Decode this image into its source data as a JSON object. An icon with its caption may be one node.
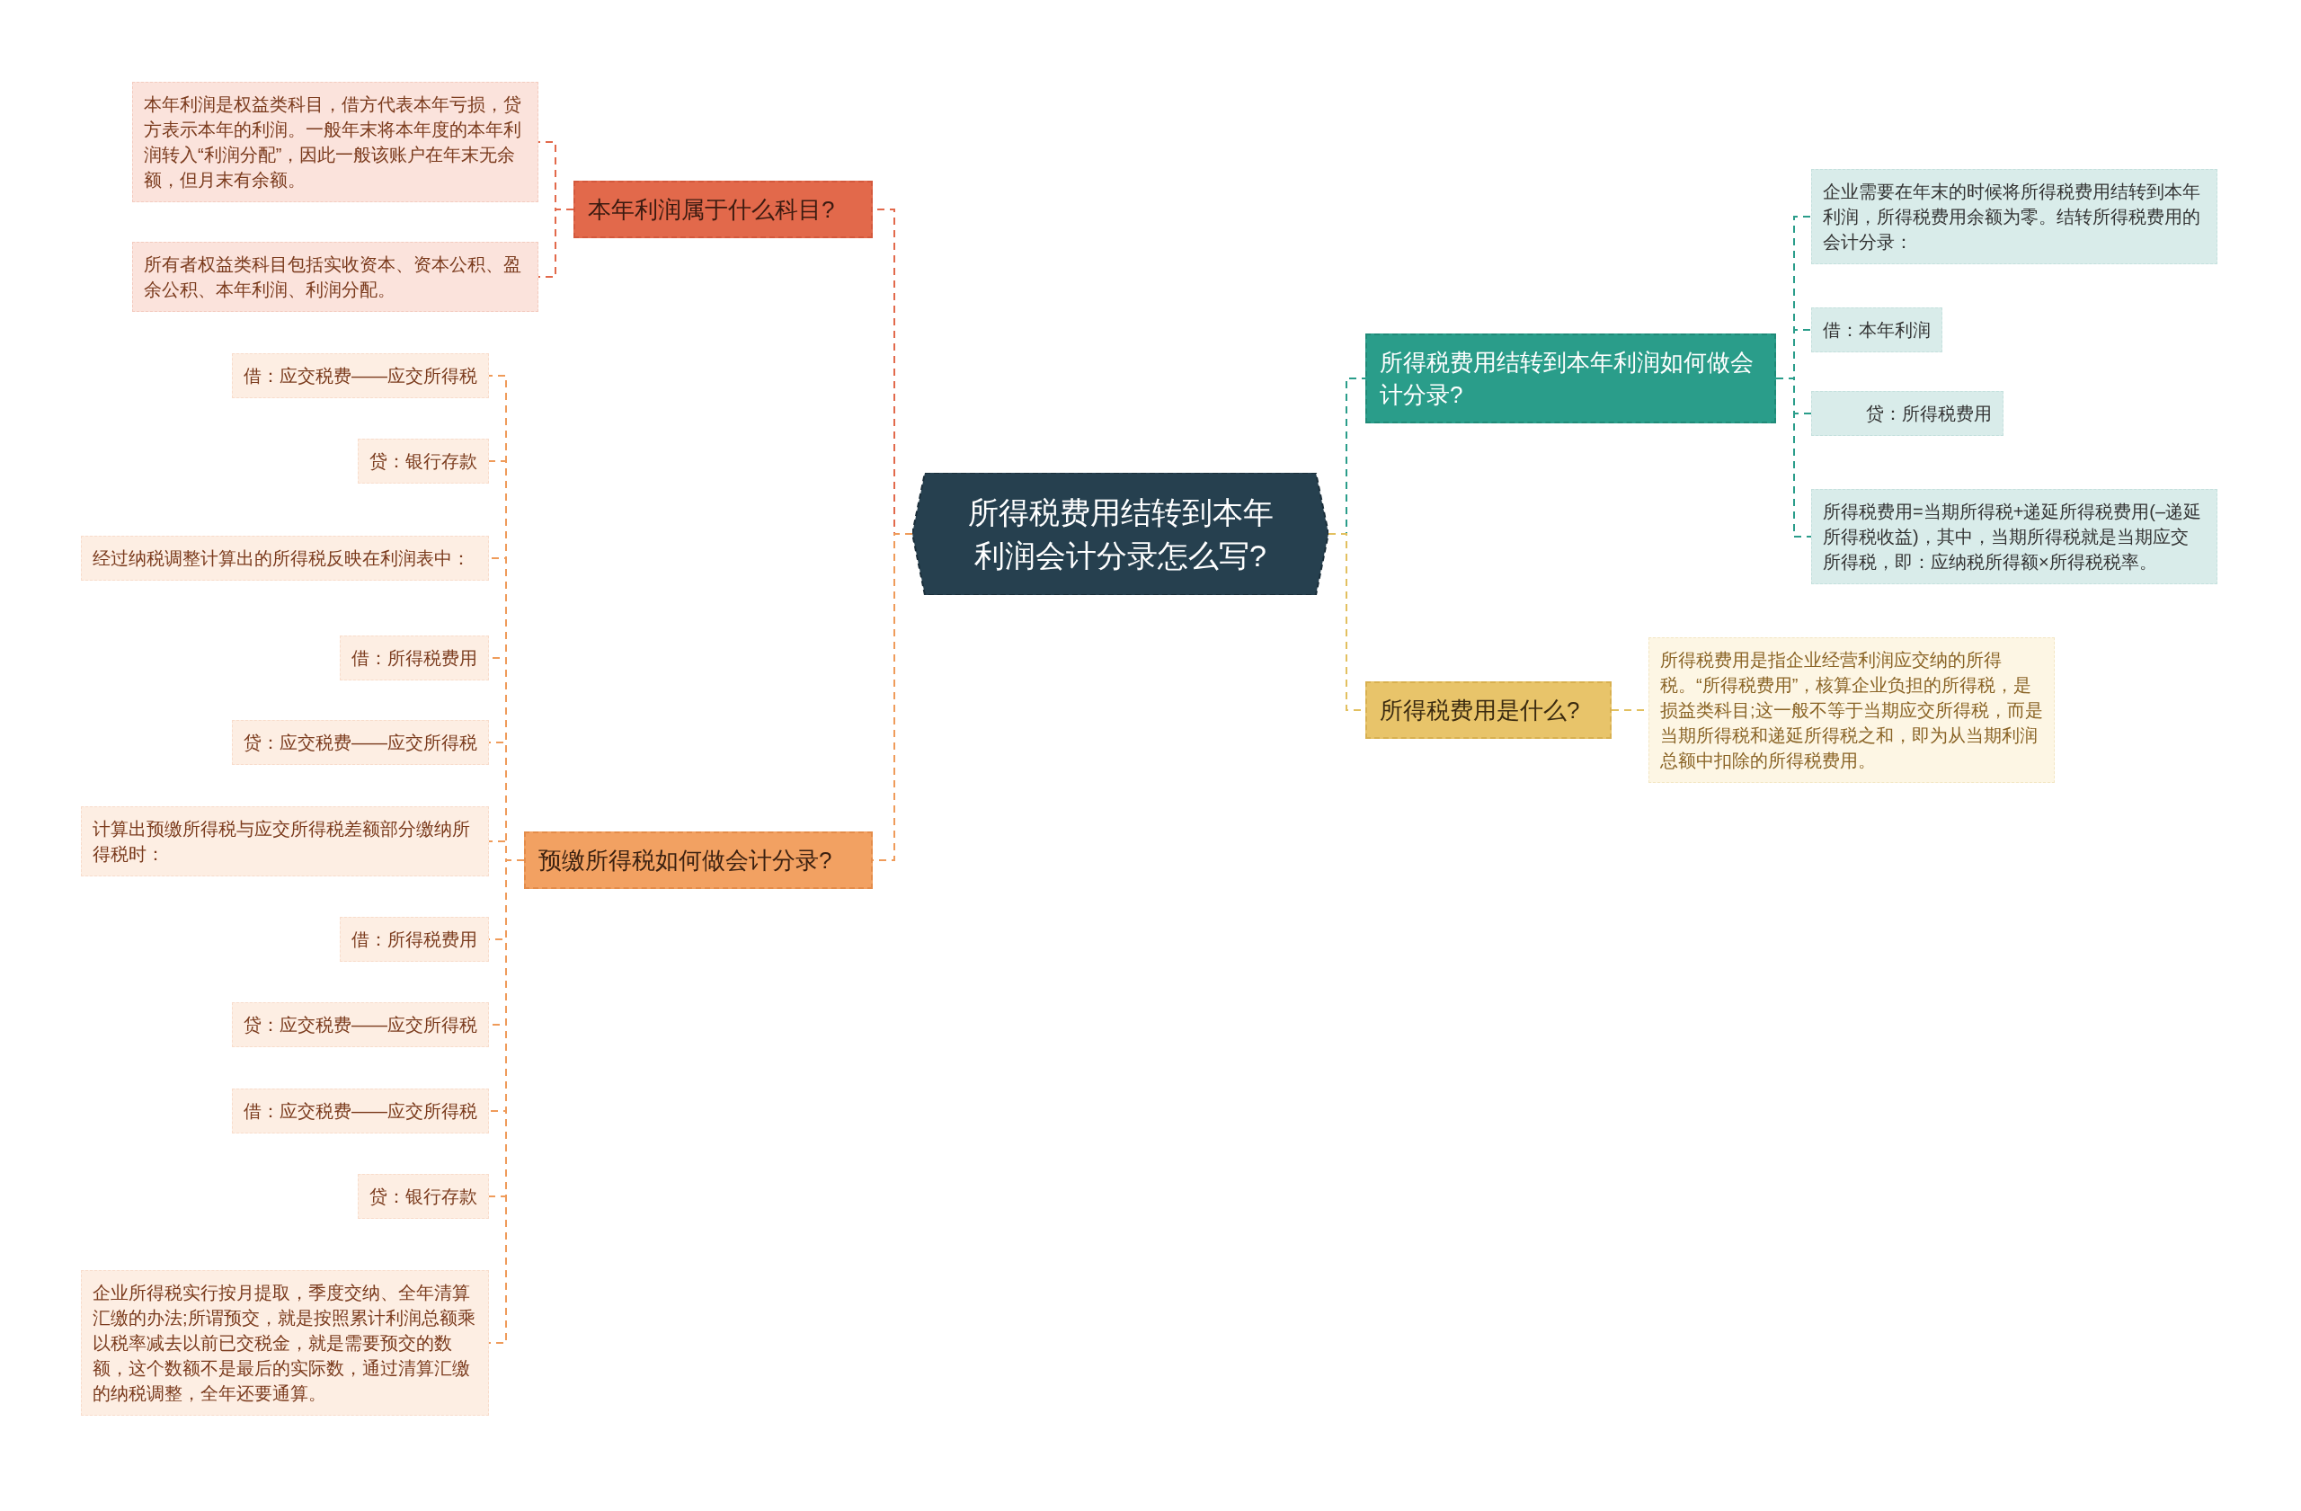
{
  "diagram": {
    "nodes": [
      {
        "text": [
          "所得税费用结转到本年利润会计分录怎么写?"
        ]
      },
      {
        "text": [
          "本年利润属于什么科目?"
        ]
      },
      {
        "text": [
          "本年利润是权益类科目，借方代表本年亏损，贷方表示本年的利润。一般年末将本年度的本年利润转入“利润分配”，因此一般该账户在年末无余额，但月末有余额。"
        ]
      },
      {
        "text": [
          "所有者权益类科目包括实收资本、资本公积、盈余公积、本年利润、利润分配。"
        ]
      },
      {
        "text": [
          "预缴所得税如何做会计分录?"
        ]
      },
      {
        "text": [
          "借：应交税费——应交所得税"
        ]
      },
      {
        "text": [
          "贷：银行存款"
        ]
      },
      {
        "text": [
          "经过纳税调整计算出的所得税反映在利润表中："
        ]
      },
      {
        "text": [
          "借：所得税费用"
        ]
      },
      {
        "text": [
          "贷：应交税费——应交所得税"
        ]
      },
      {
        "text": [
          "计算出预缴所得税与应交所得税差额部分缴纳所得税时："
        ]
      },
      {
        "text": [
          "借：所得税费用"
        ]
      },
      {
        "text": [
          "贷：应交税费——应交所得税"
        ]
      },
      {
        "text": [
          "借：应交税费——应交所得税"
        ]
      },
      {
        "text": [
          "贷：银行存款"
        ]
      },
      {
        "text": [
          "企业所得税实行按月提取，季度交纳、全年清算汇缴的办法;所谓预交，就是按照累计利润总额乘以税率减去以前已交税金，就是需要预交的数额，这个数额不是最后的实际数，通过清算汇缴的纳税调整，全年还要通算。"
        ]
      },
      {
        "text": [
          "所得税费用结转到本年利润如何做会计分录?"
        ]
      },
      {
        "text": [
          "企业需要在年末的时候将所得税费用结转到本年利润，所得税费用余额为零。结转所得税费用的会计分录："
        ]
      },
      {
        "text": [
          "借：本年利润"
        ]
      },
      {
        "text": [
          "贷：所得税费用"
        ]
      },
      {
        "text": [
          "所得税费用=当期所得税+递延所得税费用(–递延所得税收益)，其中，当期所得税就是当期应交所得税，即：应纳税所得额×所得税税率。"
        ]
      },
      {
        "text": [
          "所得税费用是什么?"
        ]
      },
      {
        "text": [
          "所得税费用是指企业经营利润应交纳的所得税。“所得税费用”，核算企业负担的所得税，是损益类科目;这一般不等于当期应交所得税，而是当期所得税和递延所得税之和，即为从当期利润总额中扣除的所得税费用。"
        ]
      }
    ],
    "edges": [
      {
        "from": 0,
        "to": 1,
        "arrow": "none",
        "style": "dashed",
        "color": "#e2694b"
      },
      {
        "from": 1,
        "to": 2,
        "arrow": "none",
        "style": "dashed",
        "color": "#e2694b"
      },
      {
        "from": 1,
        "to": 3,
        "arrow": "none",
        "style": "dashed",
        "color": "#e2694b"
      },
      {
        "from": 0,
        "to": 4,
        "arrow": "none",
        "style": "dashed",
        "color": "#ef9b5a"
      },
      {
        "from": 4,
        "to": 5,
        "arrow": "none",
        "style": "dashed",
        "color": "#ef9b5a"
      },
      {
        "from": 4,
        "to": 6,
        "arrow": "none",
        "style": "dashed",
        "color": "#ef9b5a"
      },
      {
        "from": 4,
        "to": 7,
        "arrow": "none",
        "style": "dashed",
        "color": "#ef9b5a"
      },
      {
        "from": 4,
        "to": 8,
        "arrow": "none",
        "style": "dashed",
        "color": "#ef9b5a"
      },
      {
        "from": 4,
        "to": 9,
        "arrow": "none",
        "style": "dashed",
        "color": "#ef9b5a"
      },
      {
        "from": 4,
        "to": 10,
        "arrow": "none",
        "style": "dashed",
        "color": "#ef9b5a"
      },
      {
        "from": 4,
        "to": 11,
        "arrow": "none",
        "style": "dashed",
        "color": "#ef9b5a"
      },
      {
        "from": 4,
        "to": 12,
        "arrow": "none",
        "style": "dashed",
        "color": "#ef9b5a"
      },
      {
        "from": 4,
        "to": 13,
        "arrow": "none",
        "style": "dashed",
        "color": "#ef9b5a"
      },
      {
        "from": 4,
        "to": 14,
        "arrow": "none",
        "style": "dashed",
        "color": "#ef9b5a"
      },
      {
        "from": 4,
        "to": 15,
        "arrow": "none",
        "style": "dashed",
        "color": "#ef9b5a"
      },
      {
        "from": 0,
        "to": 16,
        "arrow": "none",
        "style": "dashed",
        "color": "#2a9d8a"
      },
      {
        "from": 16,
        "to": 17,
        "arrow": "none",
        "style": "dashed",
        "color": "#2a9d8a"
      },
      {
        "from": 16,
        "to": 18,
        "arrow": "none",
        "style": "dashed",
        "color": "#2a9d8a"
      },
      {
        "from": 16,
        "to": 19,
        "arrow": "none",
        "style": "dashed",
        "color": "#2a9d8a"
      },
      {
        "from": 16,
        "to": 20,
        "arrow": "none",
        "style": "dashed",
        "color": "#2a9d8a"
      },
      {
        "from": 0,
        "to": 21,
        "arrow": "none",
        "style": "dashed",
        "color": "#e2c060"
      },
      {
        "from": 21,
        "to": 22,
        "arrow": "none",
        "style": "dashed",
        "color": "#e2c060"
      }
    ]
  }
}
